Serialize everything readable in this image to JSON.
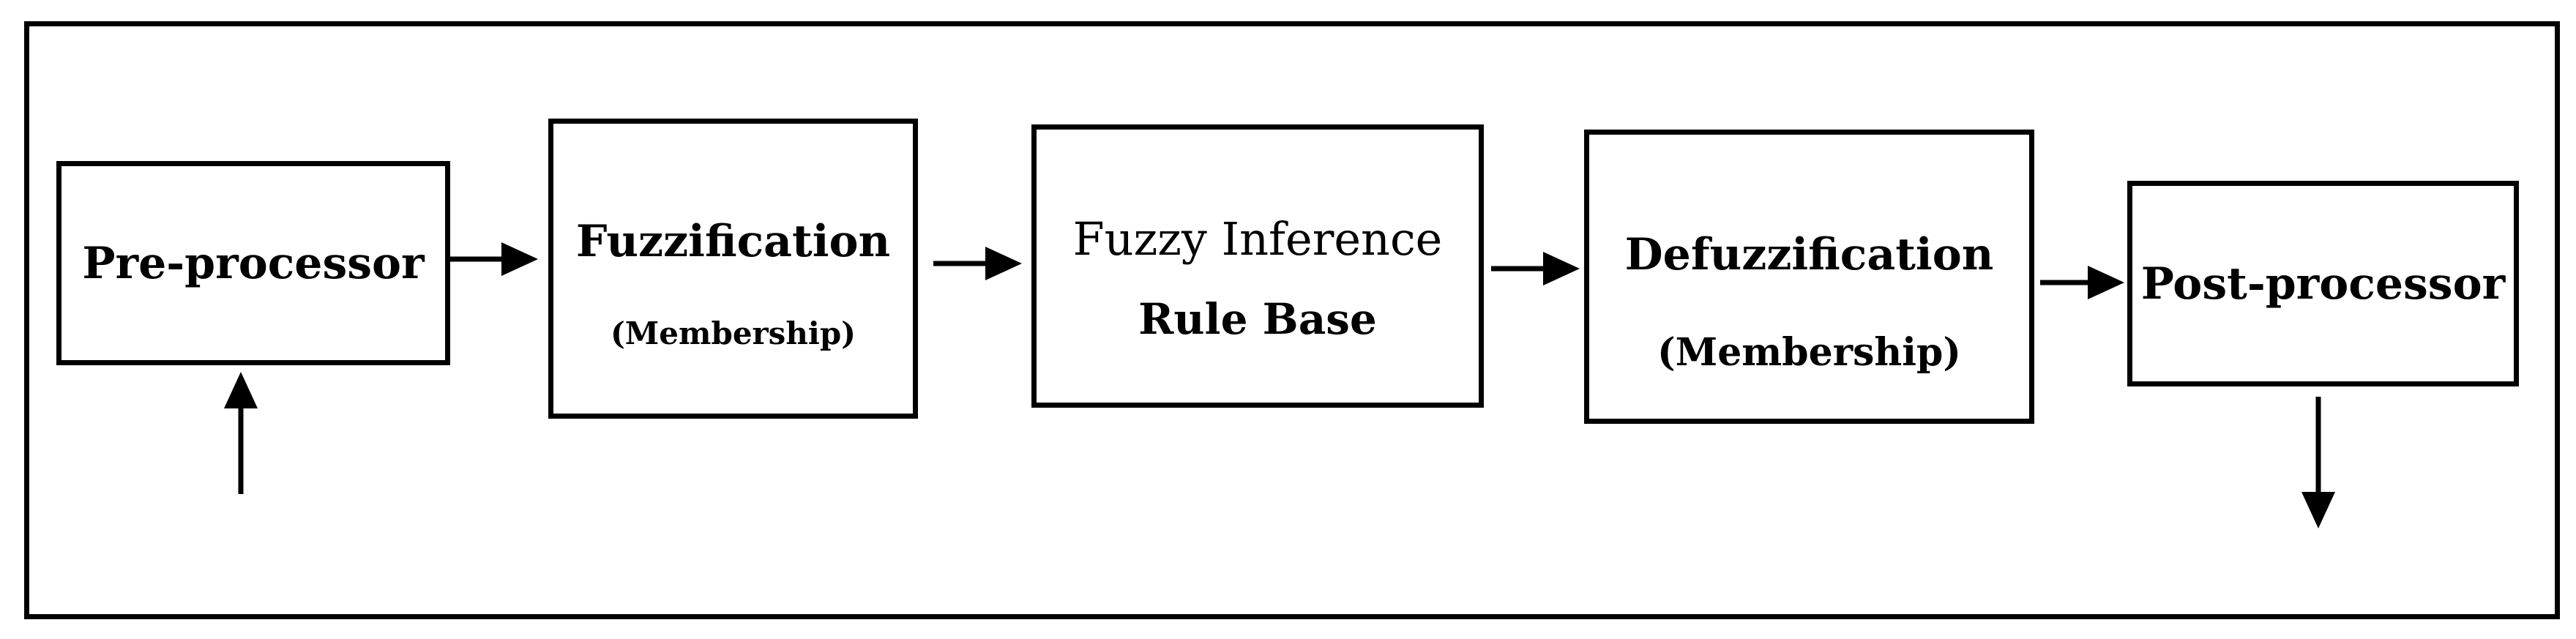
{
  "blocks": [
    {
      "id": "pre-processor",
      "label": "Pre-processor",
      "sublabel": ""
    },
    {
      "id": "fuzzification",
      "label": "Fuzzification",
      "sublabel": "(Membership)"
    },
    {
      "id": "fuzzy-inference",
      "label": "Fuzzy Inference",
      "sublabel": "Rule Base"
    },
    {
      "id": "defuzzification",
      "label": "Defuzzification",
      "sublabel": "(Membership)"
    },
    {
      "id": "post-processor",
      "label": "Post-processor",
      "sublabel": ""
    }
  ],
  "colors": {
    "stroke": "#000000",
    "background": "#ffffff"
  }
}
